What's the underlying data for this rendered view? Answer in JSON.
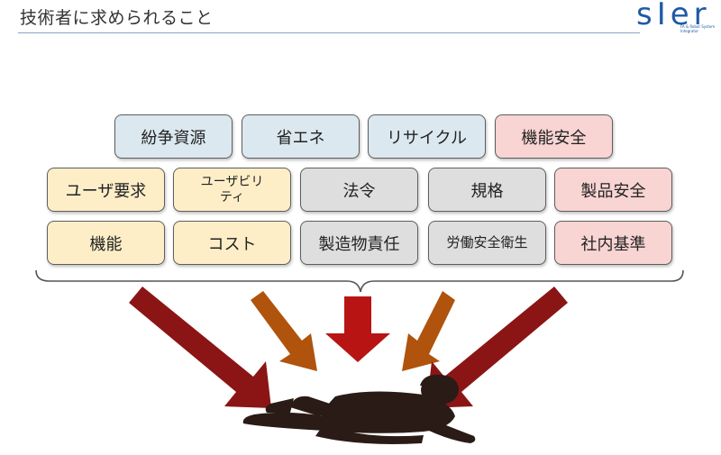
{
  "slide": {
    "title": "技術者に求められること",
    "logo_text": "sIer",
    "logo_sub": "FA & Robot System Integrator"
  },
  "requirements": {
    "row1": [
      "紛争資源",
      "省エネ",
      "リサイクル",
      "機能安全"
    ],
    "row2": [
      "ユーザ要求",
      "ユーザビリティ",
      "法令",
      "規格",
      "製品安全"
    ],
    "row3": [
      "機能",
      "コスト",
      "製造物責任",
      "労働安全衛生",
      "社内基準"
    ],
    "row2_b_line1": "ユーザビリ",
    "row2_b_line2": "ティ"
  },
  "colors": {
    "blue": "#dbe8ef",
    "pink": "#f8d4d3",
    "yellow": "#fdeec8",
    "gray": "#dedede",
    "arrow_dark": "#8b1515",
    "arrow_orange": "#b0530c",
    "arrow_red": "#b81414",
    "silhouette": "#2a1b16"
  }
}
